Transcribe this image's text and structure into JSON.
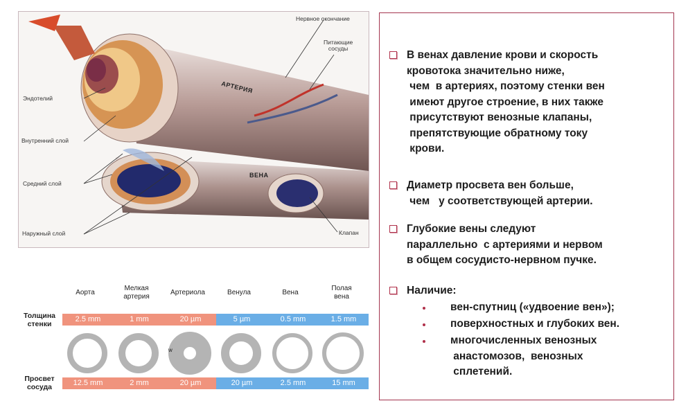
{
  "illustration": {
    "labels": {
      "nerve_ending": "Нервное окончание",
      "feeding_vessels": "Питающие\nсосуды",
      "endothelium": "Эндотелий",
      "inner_layer": "Внутренний слой",
      "middle_layer": "Средний слой",
      "outer_layer": "Наружный слой",
      "valve": "Клапан",
      "artery": "АРТЕРИЯ",
      "vein": "ВЕНА"
    }
  },
  "panel": {
    "bullets": [
      {
        "lines": "В венах давление крови и скорость\nкровотока значительно ниже,\n чем  в артериях, поэтому стенки вен\n имеют другое строение, в них также\n присутствуют венозные клапаны,\n препятствующие обратному току\n крови."
      },
      {
        "lines": "Диаметр просвета вен больше,\n чем   у соответствующей артерии."
      },
      {
        "lines": "Глубокие вены следуют\nпараллельно  с артериями и нервом\nв общем сосудисто-нервном пучке."
      },
      {
        "lines": "Наличие:"
      }
    ],
    "sub_items": [
      "вен-спутниц («удвоение вен»);",
      "поверхностных и глубоких вен.",
      "многочисленных венозных\n анастомозов,  венозных\n сплетений."
    ],
    "accent_color": "#b0304a"
  },
  "table": {
    "columns": [
      "Аорта",
      "Мелкая\nартерия",
      "Артериола",
      "Венула",
      "Вена",
      "Полая\nвена"
    ],
    "row_wall_label": "Толщина\nстенки",
    "row_lumen_label": "Просвет\nсосуда",
    "wall_thickness": [
      "2.5 mm",
      "1 mm",
      "20 µm",
      "5 µm",
      "0.5 mm",
      "1.5 mm"
    ],
    "lumen": [
      "12.5 mm",
      "2 mm",
      "20 µm",
      "20 µm",
      "2.5 mm",
      "15 mm"
    ],
    "arteriole_marker": "w",
    "artery_color": "#f0937d",
    "vein_color": "#6aaee6"
  }
}
